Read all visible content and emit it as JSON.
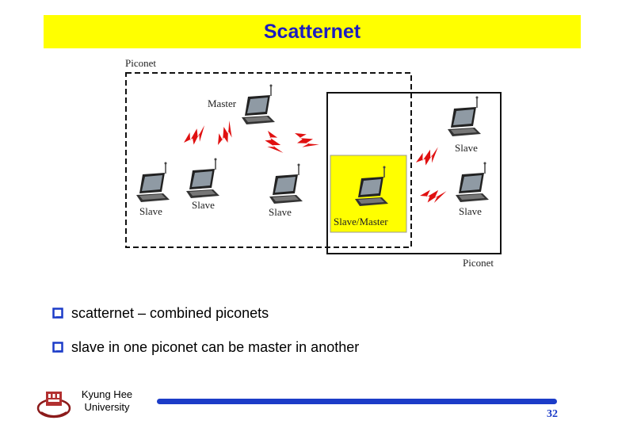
{
  "slide": {
    "title": "Scatternet",
    "page_number": "32"
  },
  "diagram": {
    "piconet_label_left": "Piconet",
    "piconet_label_right": "Piconet",
    "nodes": {
      "master": "Master",
      "slave_1": "Slave",
      "slave_2": "Slave",
      "slave_3": "Slave",
      "slave_master": "Slave/Master",
      "slave_right_top": "Slave",
      "slave_right_bottom": "Slave"
    },
    "highlight_color": "#ffff00"
  },
  "bullets": [
    "scatternet – combined piconets",
    "slave in one piconet can be master in another"
  ],
  "footer": {
    "org_line1": "Kyung Hee",
    "org_line2": "University",
    "line_color": "#1c3cc8"
  },
  "colors": {
    "title_bar": "#ffff00",
    "title_text": "#1d1dc0",
    "lightning": "#e01010"
  }
}
